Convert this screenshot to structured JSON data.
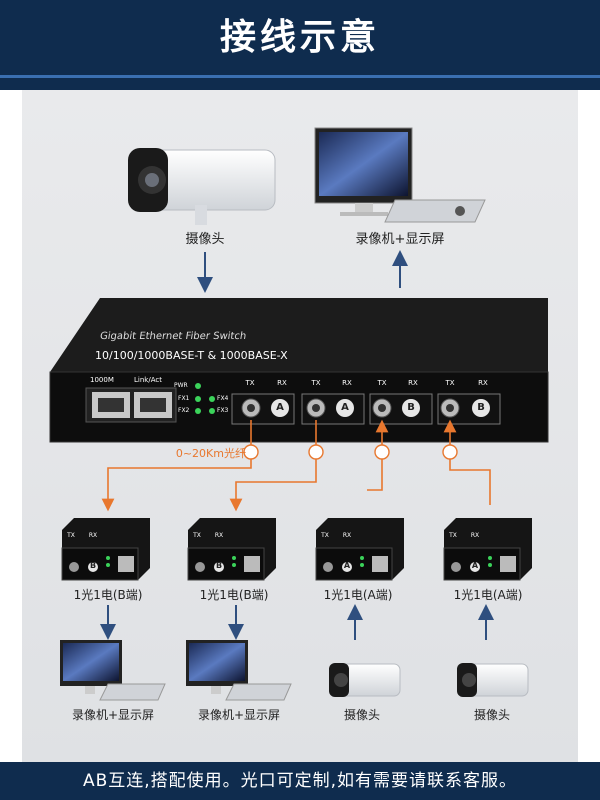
{
  "header": {
    "title": "接线示意"
  },
  "top": {
    "camera_label": "摄像头",
    "nvr_label": "录像机+显示屏"
  },
  "switch": {
    "name_line1": "Gigabit Ethernet Fiber Switch",
    "name_line2": "10/100/1000BASE-T & 1000BASE-X",
    "rj45_label_1": "1000M",
    "rj45_label_2": "Link/Act",
    "leds": [
      "PWR",
      "FX1",
      "FX2",
      "FX4",
      "FX3"
    ],
    "ports": [
      {
        "tx": "TX",
        "rx": "RX",
        "end": "A"
      },
      {
        "tx": "TX",
        "rx": "RX",
        "end": "A"
      },
      {
        "tx": "TX",
        "rx": "RX",
        "end": "B"
      },
      {
        "tx": "TX",
        "rx": "RX",
        "end": "B"
      }
    ]
  },
  "fiber_label": "0~20Km光纤",
  "converters": [
    {
      "label": "1光1电(B端)",
      "end": "B",
      "device_label": "录像机+显示屏",
      "device": "monitor"
    },
    {
      "label": "1光1电(B端)",
      "end": "B",
      "device_label": "录像机+显示屏",
      "device": "monitor"
    },
    {
      "label": "1光1电(A端)",
      "end": "A",
      "device_label": "摄像头",
      "device": "camera"
    },
    {
      "label": "1光1电(A端)",
      "end": "A",
      "device_label": "摄像头",
      "device": "camera"
    }
  ],
  "converter_text": {
    "tx": "TX",
    "rx": "RX"
  },
  "footer": {
    "text": "AB互连,搭配使用。光口可定制,如有需要请联系客服。"
  },
  "colors": {
    "header_bg": "#0f2c4e",
    "fiber_line": "#e8772e",
    "arrow": "#2f4f7f"
  }
}
